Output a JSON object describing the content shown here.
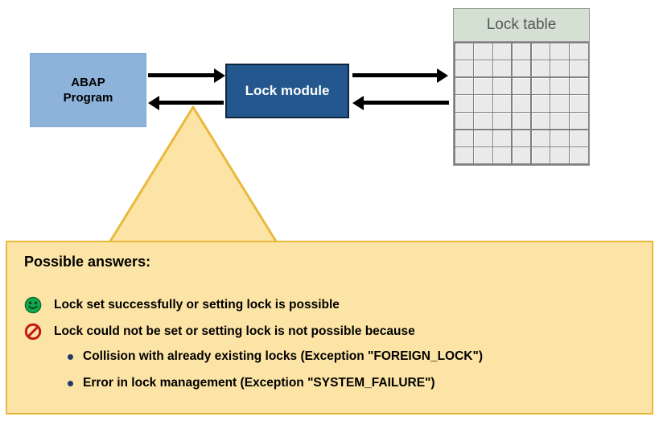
{
  "diagram": {
    "title": "SAP lock module interaction with lock table",
    "nodes": {
      "abap_program": {
        "label": "ABAP\nProgram",
        "fill": "#8DB3DB",
        "text_color": "#000000"
      },
      "lock_module": {
        "label": "Lock module",
        "fill": "#24578E",
        "border": "#10253C",
        "text_color": "#FFFFFF"
      },
      "lock_table": {
        "title": "Lock table",
        "header_fill": "#D3E0D2",
        "title_color": "#585858",
        "cell_fill": "#EAEAEA",
        "grid_columns": 7,
        "grid_rows": 7
      }
    },
    "arrows": [
      {
        "name": "abap-to-lockmodule",
        "direction": "right",
        "from": "ABAP Program",
        "to": "Lock module"
      },
      {
        "name": "lockmodule-to-abap",
        "direction": "left",
        "from": "Lock module",
        "to": "ABAP Program"
      },
      {
        "name": "lockmodule-to-locktable",
        "direction": "right",
        "from": "Lock module",
        "to": "Lock table"
      },
      {
        "name": "locktable-to-lockmodule",
        "direction": "left",
        "from": "Lock table",
        "to": "Lock module"
      }
    ]
  },
  "callout": {
    "fill": "#FCE4A6",
    "border": "#E9B93B",
    "title": "Possible answers:",
    "answers": [
      {
        "icon": "green-smiley-icon",
        "icon_color": "#0FA84E",
        "text": "Lock set successfully or setting lock is possible",
        "sub_items": []
      },
      {
        "icon": "red-prohibition-icon",
        "icon_color": "#C21A1A",
        "text": "Lock could not be set or setting lock is not possible because",
        "sub_items": [
          "Collision with already existing locks (Exception \"FOREIGN_LOCK\")",
          "Error in lock management (Exception \"SYSTEM_FAILURE\")"
        ]
      }
    ],
    "sub_bullet_color": "#1F3864"
  }
}
